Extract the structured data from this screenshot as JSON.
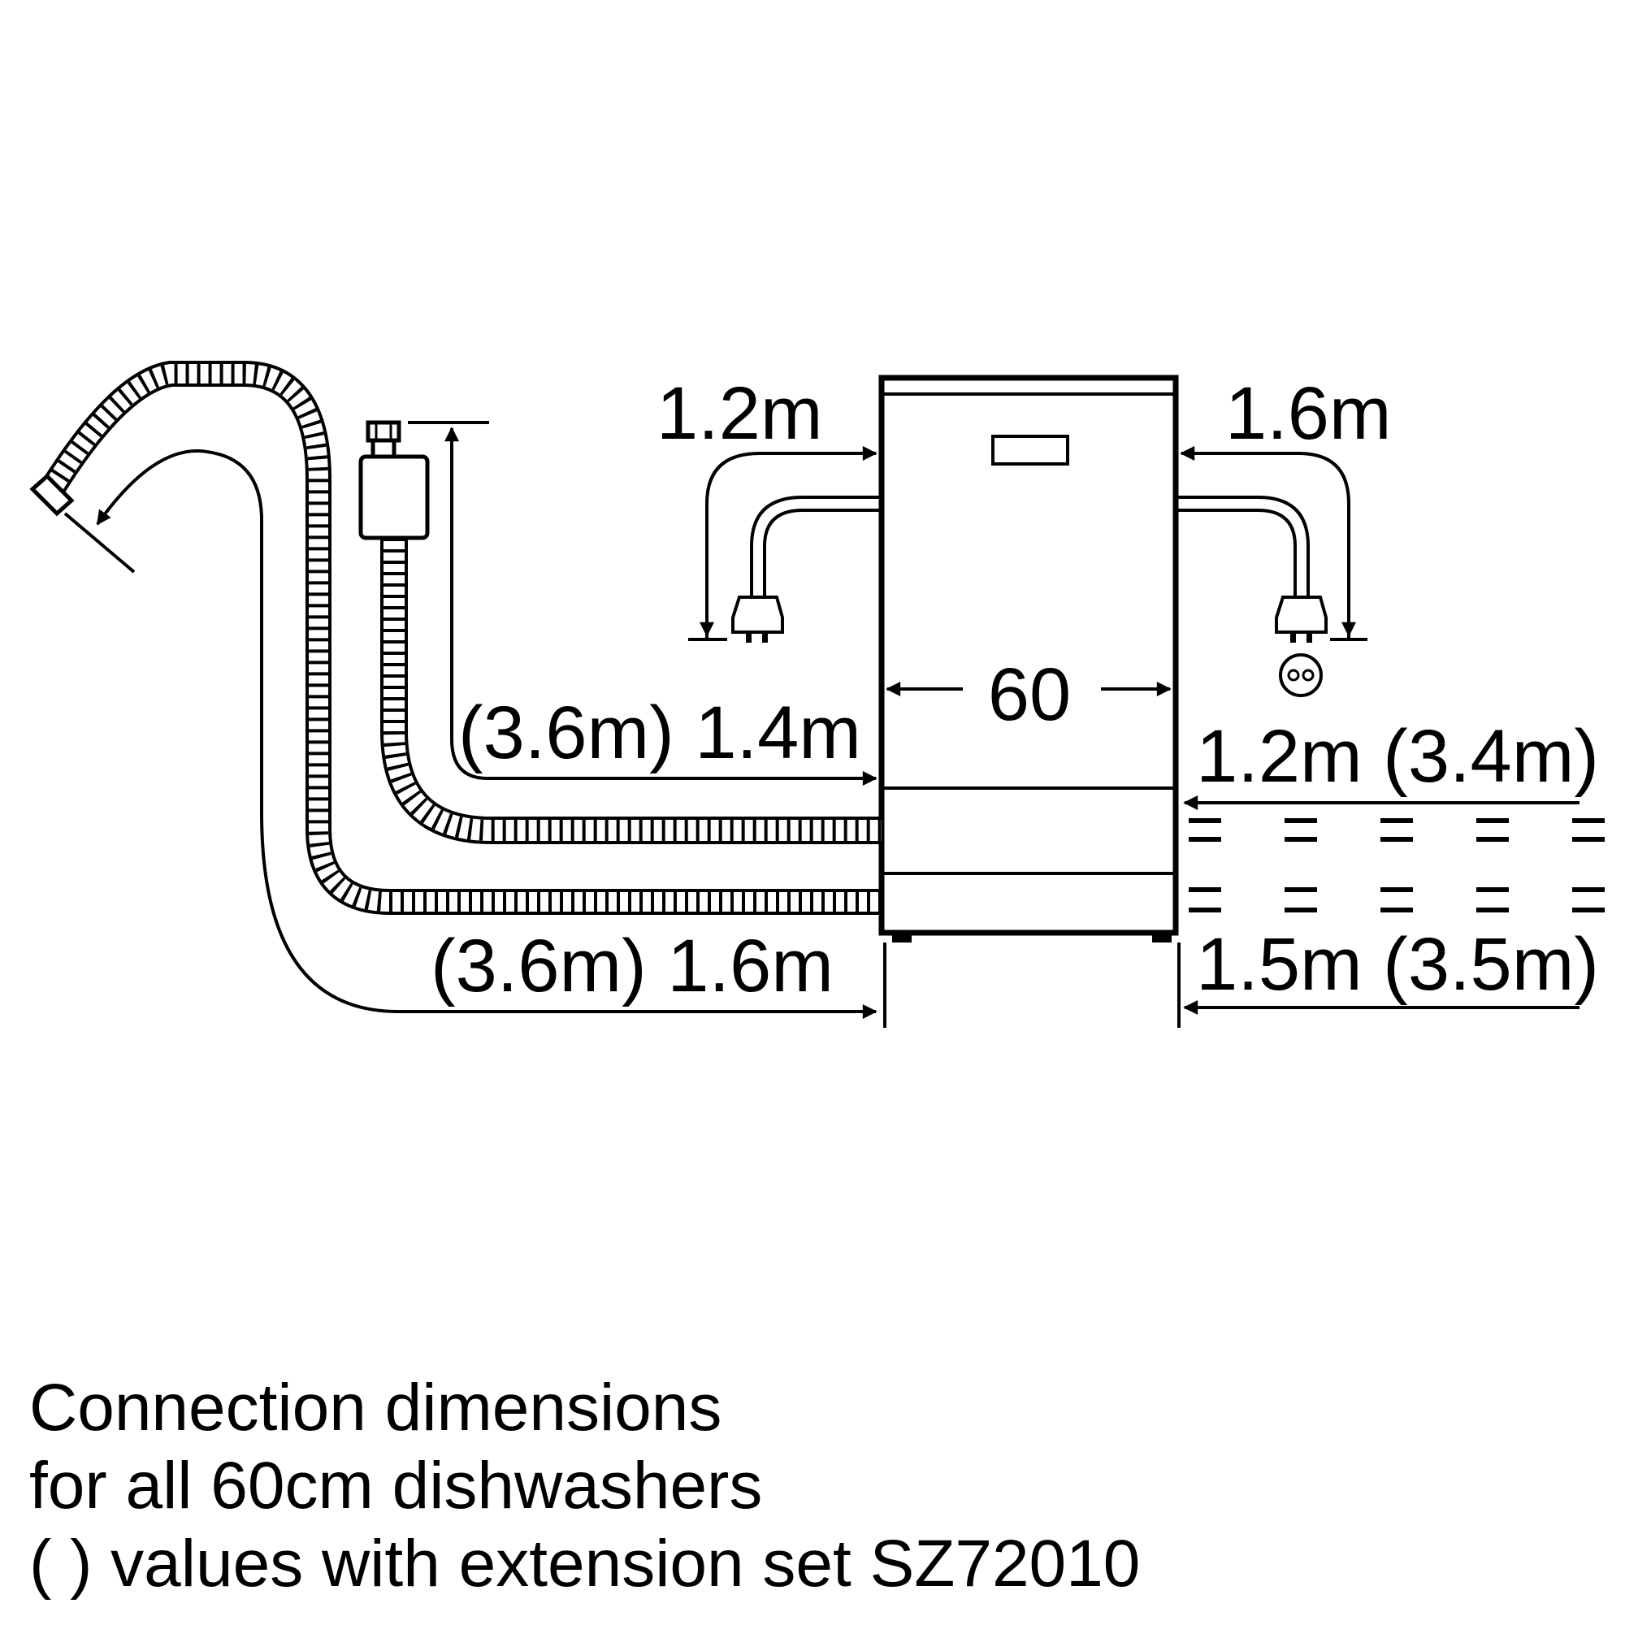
{
  "diagram": {
    "width_label": "60",
    "top_left_length": "1.2m",
    "top_right_length": "1.6m",
    "inlet_hose_left": "(3.6m) 1.4m",
    "drain_hose_left": "(3.6m) 1.6m",
    "right_upper_length": "1.2m (3.4m)",
    "right_lower_length": "1.5m (3.5m)"
  },
  "caption": {
    "line1": "Connection dimensions",
    "line2": "for all 60cm dishwashers",
    "line3": "( ) values with extension set SZ72010"
  }
}
